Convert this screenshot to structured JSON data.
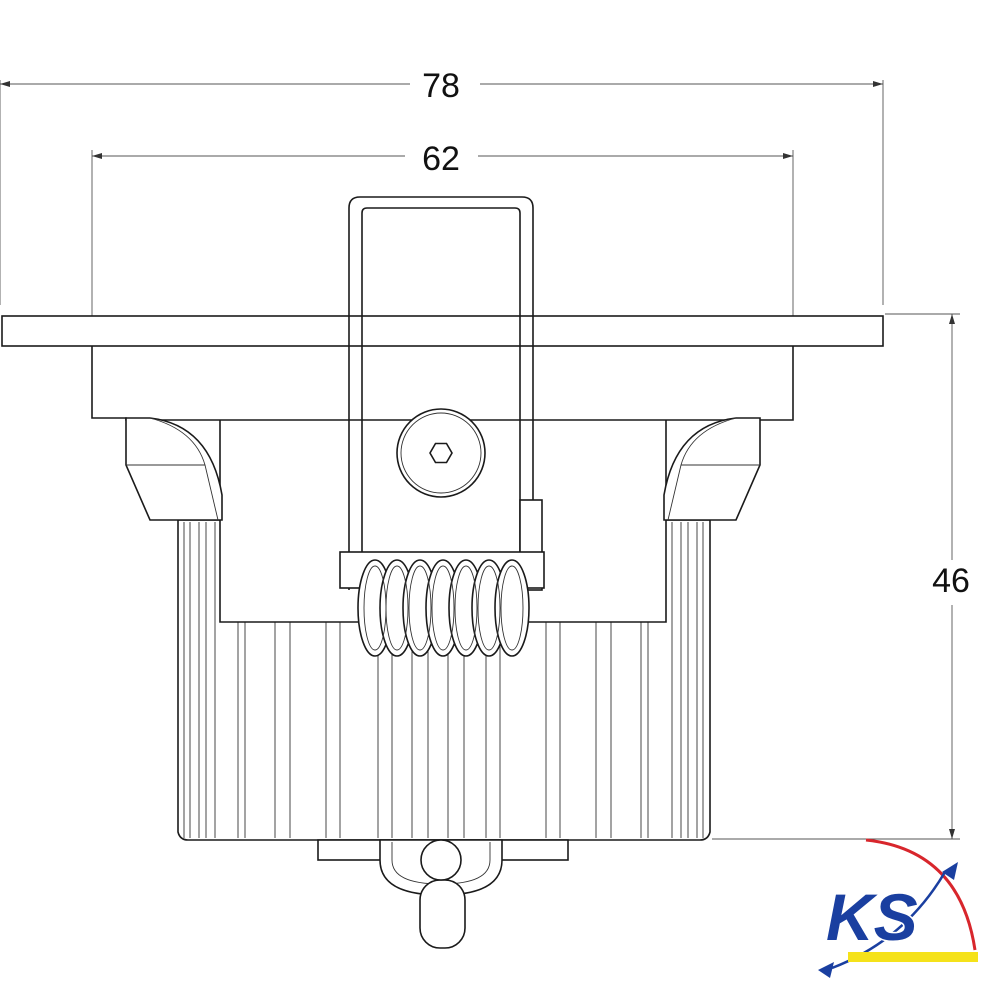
{
  "drawing": {
    "dimensions": {
      "overall_width": "78",
      "body_width": "62",
      "height": "46"
    }
  },
  "logo": {
    "text": "KS",
    "colors": {
      "blue": "#1a3fa0",
      "red": "#d8262c",
      "yellow": "#f5e21a"
    }
  }
}
